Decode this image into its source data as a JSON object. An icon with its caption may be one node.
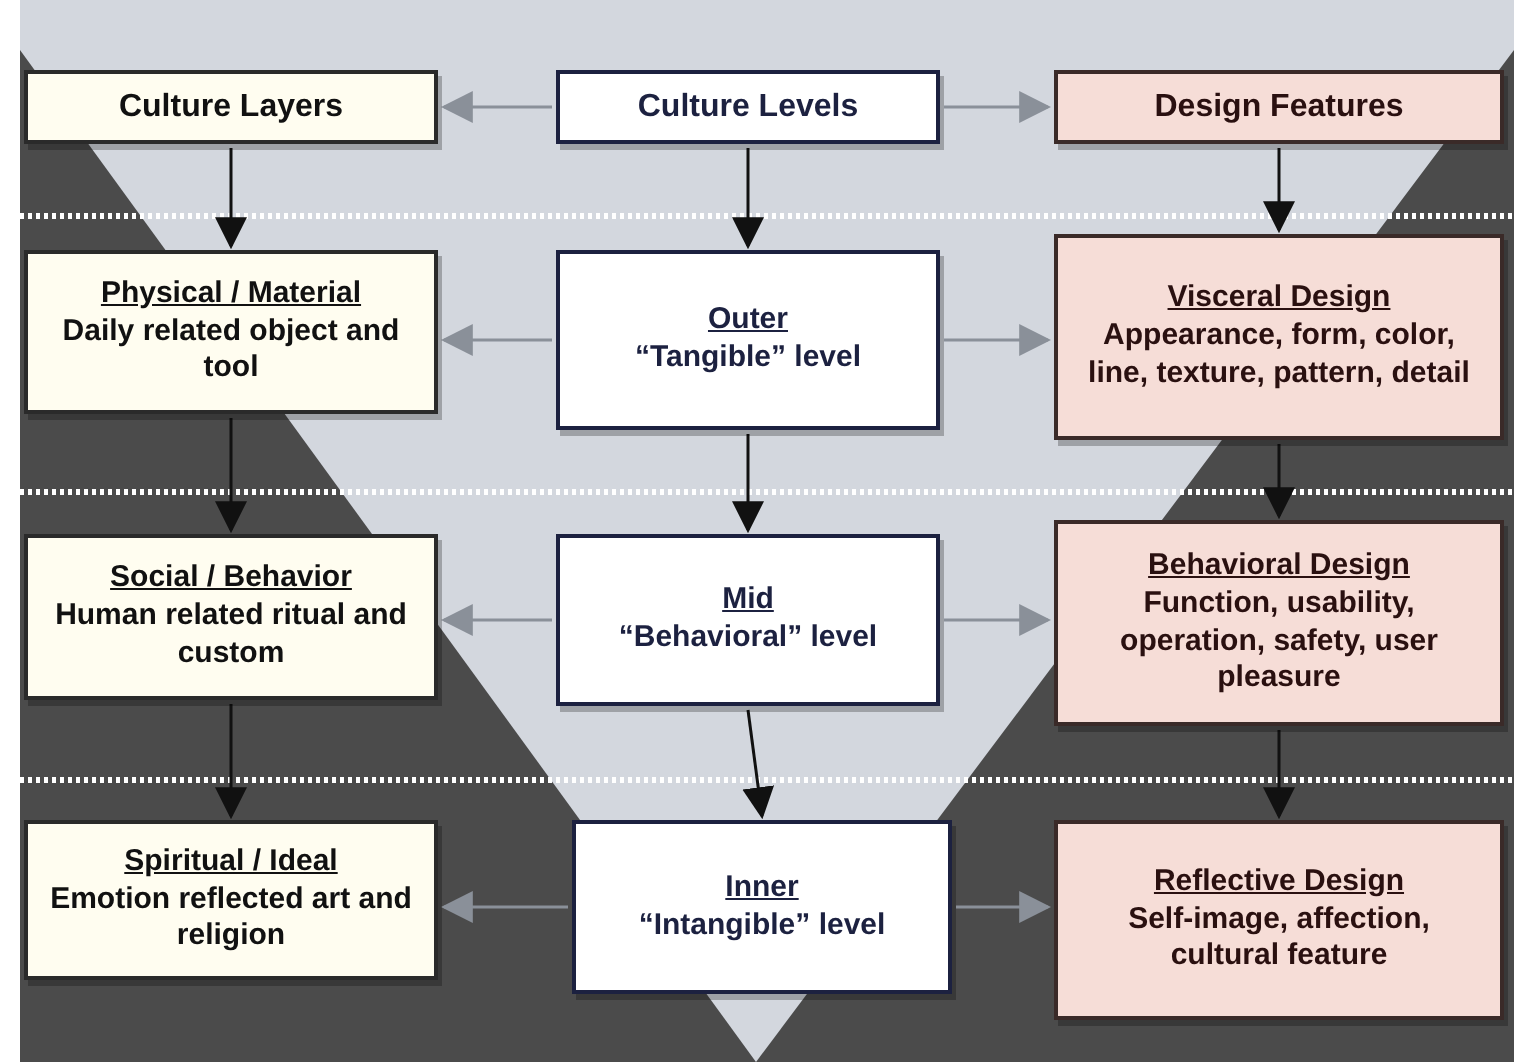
{
  "diagram": {
    "nodes": [
      {
        "text": [
          "Culture Layers"
        ]
      },
      {
        "text": [
          "Culture Levels"
        ]
      },
      {
        "text": [
          "Design Features"
        ]
      },
      {
        "text": [
          "Physical / Material",
          "Daily related object and tool"
        ]
      },
      {
        "text": [
          "Outer",
          "“Tangible” level"
        ]
      },
      {
        "text": [
          "Visceral Design",
          "Appearance, form, color, line, texture, pattern, detail"
        ]
      },
      {
        "text": [
          "Social / Behavior",
          "Human related ritual and custom"
        ]
      },
      {
        "text": [
          "Mid",
          "“Behavioral” level"
        ]
      },
      {
        "text": [
          "Behavioral Design",
          "Function, usability, operation, safety, user pleasure"
        ]
      },
      {
        "text": [
          "Spiritual / Ideal",
          "Emotion reflected art and religion"
        ]
      },
      {
        "text": [
          "Inner",
          "“Intangible” level"
        ]
      },
      {
        "text": [
          "Reflective Design",
          "Self-image, affection, cultural feature"
        ]
      }
    ],
    "edges": [
      {
        "from": 0,
        "to": 3,
        "arrow": "to"
      },
      {
        "from": 1,
        "to": 4,
        "arrow": "to"
      },
      {
        "from": 2,
        "to": 5,
        "arrow": "to"
      },
      {
        "from": 3,
        "to": 6,
        "arrow": "to"
      },
      {
        "from": 4,
        "to": 7,
        "arrow": "to"
      },
      {
        "from": 5,
        "to": 8,
        "arrow": "to"
      },
      {
        "from": 6,
        "to": 9,
        "arrow": "to"
      },
      {
        "from": 7,
        "to": 10,
        "arrow": "to"
      },
      {
        "from": 8,
        "to": 11,
        "arrow": "to"
      },
      {
        "from": 1,
        "to": 0,
        "arrow": "to",
        "color": "#8a9099"
      },
      {
        "from": 1,
        "to": 2,
        "arrow": "to",
        "color": "#8a9099"
      },
      {
        "from": 4,
        "to": 3,
        "arrow": "to",
        "color": "#8a9099"
      },
      {
        "from": 4,
        "to": 5,
        "arrow": "to",
        "color": "#8a9099"
      },
      {
        "from": 7,
        "to": 6,
        "arrow": "to",
        "color": "#8a9099"
      },
      {
        "from": 7,
        "to": 8,
        "arrow": "to",
        "color": "#8a9099"
      },
      {
        "from": 10,
        "to": 9,
        "arrow": "to",
        "color": "#8a9099"
      },
      {
        "from": 10,
        "to": 11,
        "arrow": "to",
        "color": "#8a9099"
      }
    ]
  }
}
